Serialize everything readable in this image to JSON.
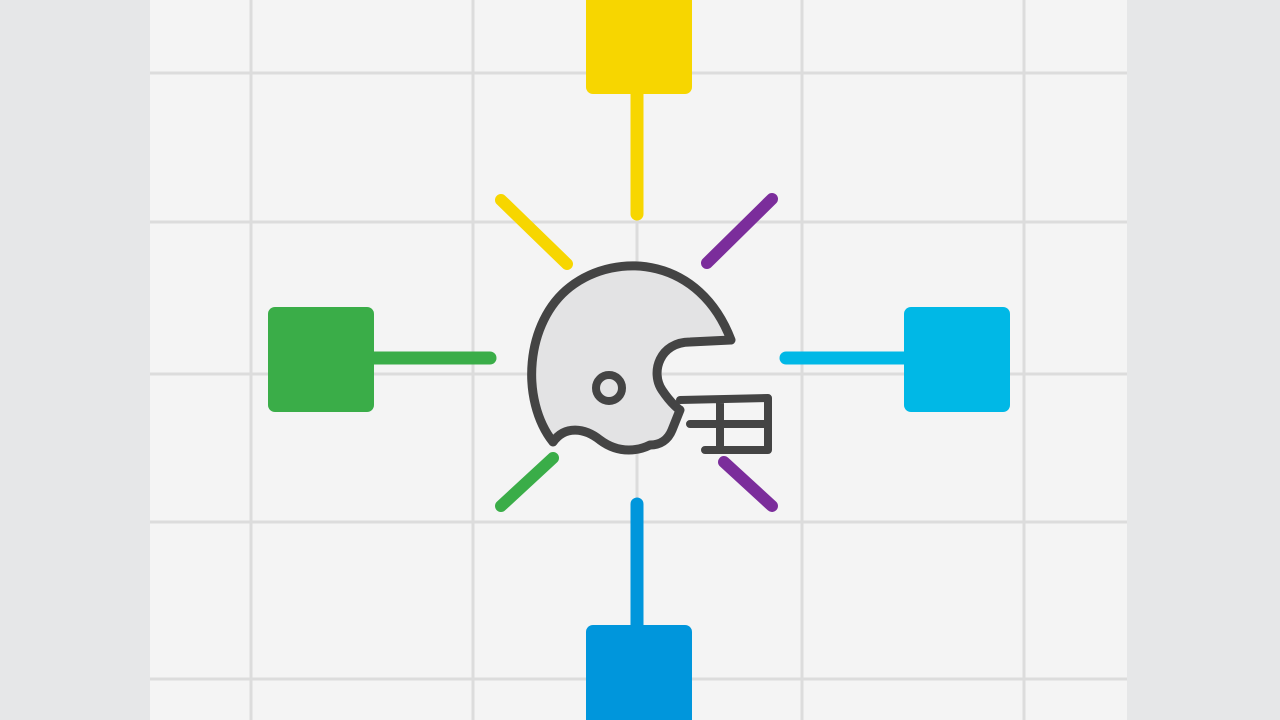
{
  "colors": {
    "outer_background": "#e6e7e8",
    "panel_background": "#f4f4f4",
    "grid_line": "#dcdcdc",
    "helmet_fill": "#e3e3e4",
    "helmet_stroke": "#444444",
    "yellow": "#f7d600",
    "green": "#3aad48",
    "light_blue": "#00b8e6",
    "blue": "#0096dc",
    "purple": "#7b2d9b"
  },
  "icons": {
    "center": "football-helmet-icon"
  },
  "nodes": [
    {
      "id": "top",
      "color_key": "yellow"
    },
    {
      "id": "left",
      "color_key": "green"
    },
    {
      "id": "right",
      "color_key": "light_blue"
    },
    {
      "id": "bottom",
      "color_key": "blue"
    }
  ],
  "rays": [
    {
      "id": "upper-left",
      "color_key": "yellow"
    },
    {
      "id": "upper-right",
      "color_key": "purple"
    },
    {
      "id": "lower-left",
      "color_key": "green"
    },
    {
      "id": "lower-right",
      "color_key": "purple"
    }
  ]
}
